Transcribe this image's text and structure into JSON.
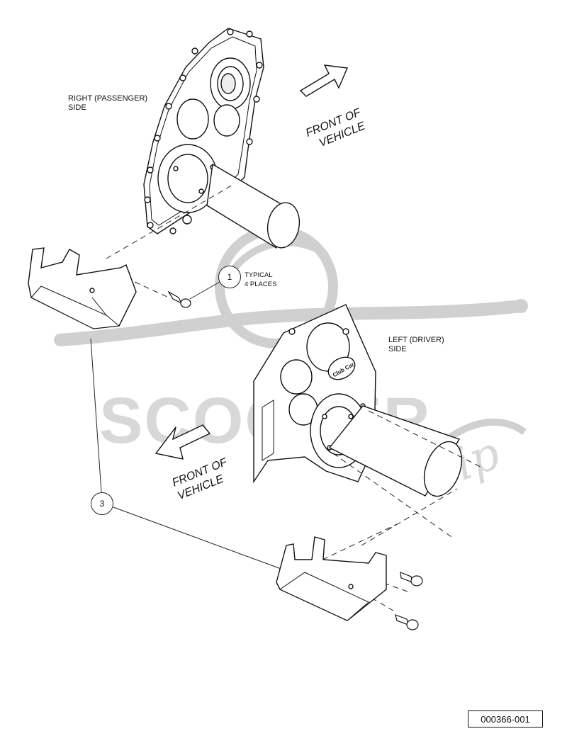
{
  "labels": {
    "right_side": "RIGHT (PASSENGER)\nSIDE",
    "left_side": "LEFT (DRIVER)\nSIDE",
    "typical": "TYPICAL\n4 PLACES",
    "front_top": "FRONT OF\nVEHICLE",
    "front_bottom": "FRONT OF\nVEHICLE",
    "logo_text": "Club Car"
  },
  "callouts": {
    "one": "1",
    "three": "3"
  },
  "watermark": {
    "text": "SCOOTER",
    "script": "zip",
    "color": "#d0d0d0"
  },
  "doc_number": "000366-001"
}
